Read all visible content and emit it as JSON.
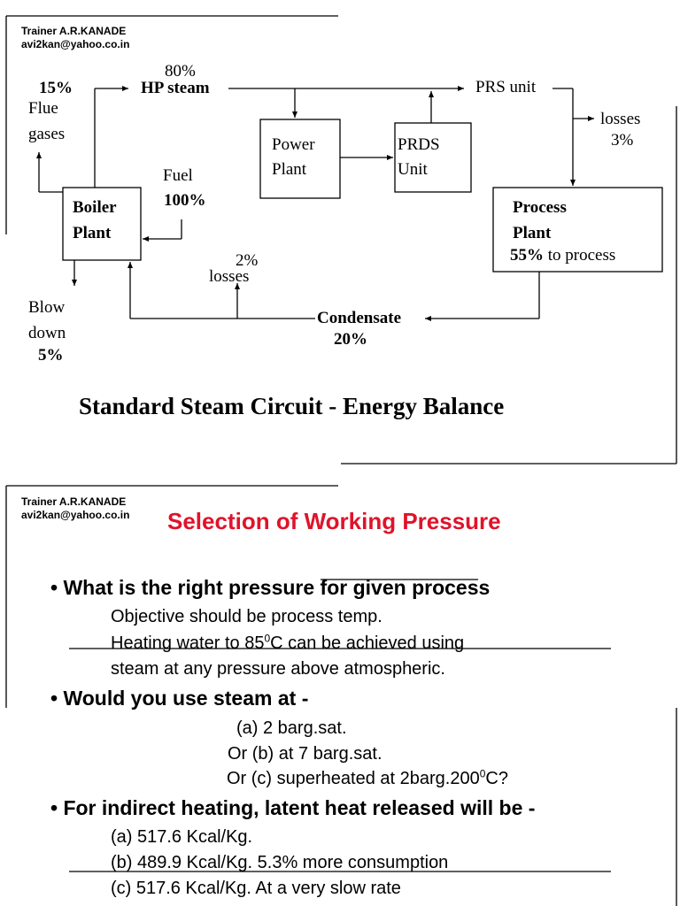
{
  "slide1": {
    "trainer_name": "Trainer A.R.KANADE",
    "trainer_email": "avi2kan@yahoo.co.in",
    "caption": "Standard Steam Circuit - Energy Balance",
    "labels": {
      "flue_pct": "15%",
      "flue_text_1": "Flue",
      "flue_text_2": "gases",
      "hp_pct": "80%",
      "hp_steam": "HP steam",
      "prs_unit": "PRS unit",
      "losses_right": "losses",
      "losses_right_pct": "3%",
      "power_plant_1": "Power",
      "power_plant_2": "Plant",
      "prds_1": "PRDS",
      "prds_2": "Unit",
      "fuel": "Fuel",
      "fuel_pct": "100%",
      "boiler_1": "Boiler",
      "boiler_2": "Plant",
      "process_1": "Process",
      "process_2": "Plant",
      "process_pct": "55%",
      "process_text": "to process",
      "losses_mid_pct": "2%",
      "losses_mid": "losses",
      "blow_1": "Blow",
      "blow_2": "down",
      "blow_pct": "5%",
      "condensate": "Condensate",
      "condensate_pct": "20%"
    }
  },
  "slide2": {
    "trainer_name": "Trainer A.R.KANADE",
    "trainer_email": "avi2kan@yahoo.co.in",
    "title": "Selection of Working Pressure",
    "bullet1": "What is the right pressure for given process",
    "b1_line1": "Objective should be process temp.",
    "b1_line2_pre": "Heating water to 85",
    "b1_line2_sup": "0",
    "b1_line2_post": "C can be achieved using",
    "b1_line3": "steam at any pressure above atmospheric.",
    "bullet2": "Would you use steam at -",
    "b2_opt_a": "(a) 2 barg.sat.",
    "b2_opt_b": "Or (b) at 7 barg.sat.",
    "b2_opt_c_pre": "Or (c) superheated at 2barg.200",
    "b2_opt_c_sup": "0",
    "b2_opt_c_post": "C?",
    "bullet3": "For indirect heating, latent heat released will be -",
    "b3_opt_a": "(a) 517.6 Kcal/Kg.",
    "b3_opt_b": "(b) 489.9 Kcal/Kg. 5.3% more consumption",
    "b3_opt_c": "(c) 517.6 Kcal/Kg. At a very slow rate",
    "bullet_char": "•"
  }
}
